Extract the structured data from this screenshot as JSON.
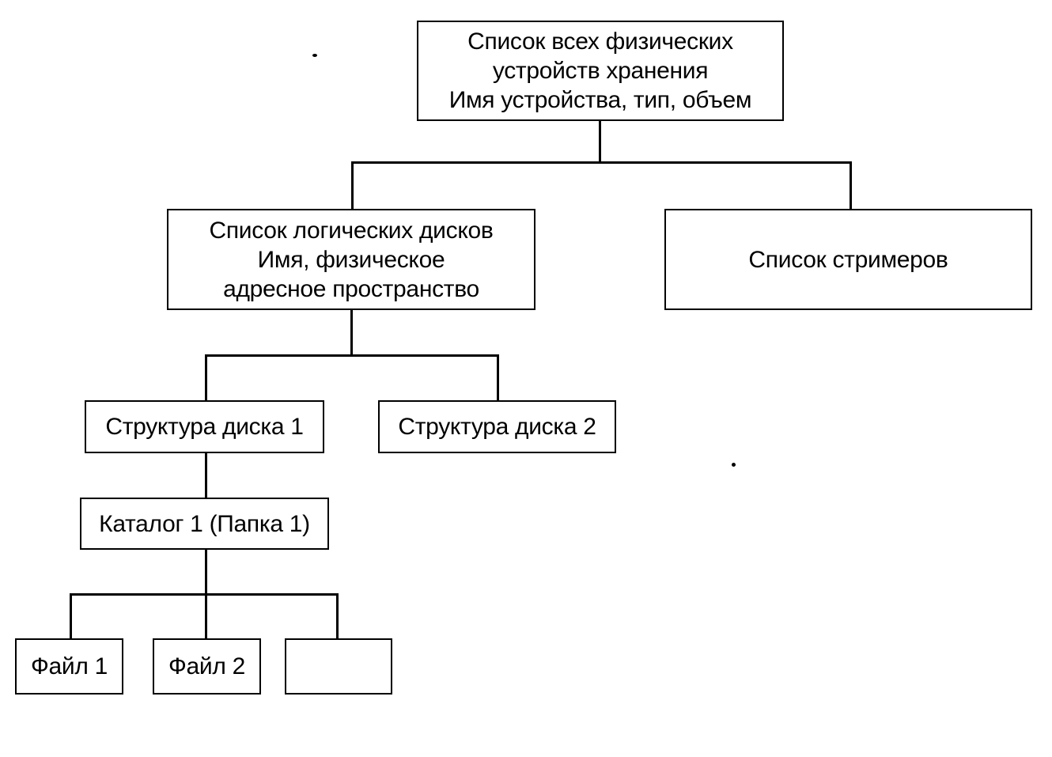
{
  "nodes": {
    "root": {
      "lines": [
        "Список всех физических",
        "устройств хранения",
        "Имя устройства, тип, объем"
      ]
    },
    "logical_disks": {
      "lines": [
        "Список логических дисков",
        "Имя, физическое",
        "адресное пространство"
      ]
    },
    "streamers": {
      "lines": [
        "Список стримеров"
      ]
    },
    "disk1": {
      "lines": [
        "Структура диска 1"
      ]
    },
    "disk2": {
      "lines": [
        "Структура диска 2"
      ]
    },
    "catalog1": {
      "lines": [
        "Каталог 1 (Папка 1)"
      ]
    },
    "file1": {
      "lines": [
        "Файл 1"
      ]
    },
    "file2": {
      "lines": [
        "Файл 2"
      ]
    },
    "empty": {
      "lines": []
    }
  },
  "edges": [
    [
      "root",
      "logical_disks"
    ],
    [
      "root",
      "streamers"
    ],
    [
      "logical_disks",
      "disk1"
    ],
    [
      "logical_disks",
      "disk2"
    ],
    [
      "disk1",
      "catalog1"
    ],
    [
      "catalog1",
      "file1"
    ],
    [
      "catalog1",
      "file2"
    ],
    [
      "catalog1",
      "empty"
    ]
  ],
  "colors": {
    "line": "#000000",
    "background": "#ffffff"
  }
}
